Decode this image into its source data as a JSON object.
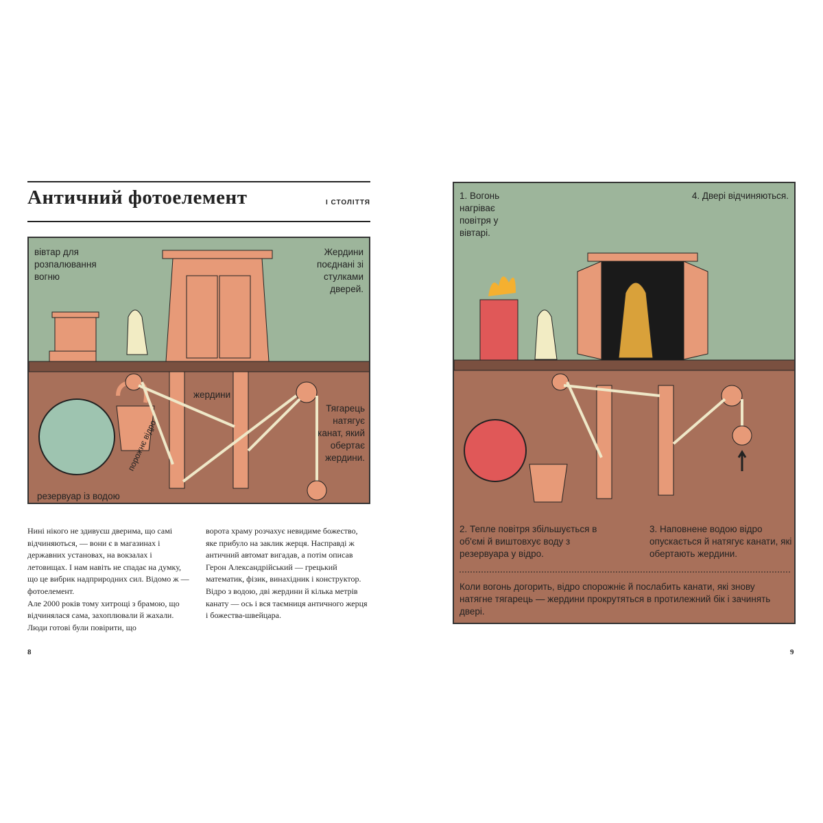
{
  "left_page": {
    "title": "Античний фотоелемент",
    "century": "I СТОЛІТТЯ",
    "labels": {
      "altar": "вівтар для розпалювання вогню",
      "poles_linked": "Жердини поєднані зі стулками дверей.",
      "poles": "жердини",
      "weight": "Тягарець натягує канат, який обертає жердини.",
      "empty_bucket": "порожнє відро",
      "reservoir": "резервуар із водою"
    },
    "paragraphs_col1": [
      "Нині нікого не здивуєш дверима, що самі відчиняються, — вони є в магазинах і державних установах, на вокзалах і летовищах. І нам навіть не спадає на думку, що це вибрик надприродних сил. Відомо ж — фотоелемент.",
      "Але 2000 років тому хитрощі з брамою, що відчинялася сама, захоплювали й жахали. Люди готові були повірити, що"
    ],
    "paragraphs_col2": [
      "ворота храму розчахує невидиме божество, яке прибуло на заклик жерця. Насправді ж античний автомат вигадав, а потім описав Герон Александрійський — грецький математик, фізик, винахідник і конструктор.",
      "Відро з водою, дві жердини й кілька метрів канату — ось і вся таємниця античного жерця і божества-швейцара."
    ],
    "page_number": "8"
  },
  "right_page": {
    "steps": {
      "step1": "1. Вогонь нагріває повітря у вівтарі.",
      "step4": "4. Двері відчиняються.",
      "step2": "2. Тепле повітря збільшується в об'ємі й виштовхує воду з резервуара у відро.",
      "step3": "3. Наповнене водою відро опускається й натягує канати, які обертають жердини."
    },
    "conclusion": "Коли вогонь догорить, відро спорожніє й послабить канати, які знову натягне тягарець — жердини прокрутяться в протилежний бік і зачинять двері.",
    "page_number": "9"
  },
  "colors": {
    "sky": "#9db59b",
    "ground": "#a8705a",
    "wood": "#e79a78",
    "rope": "#efe8c8",
    "ink": "#222222"
  }
}
